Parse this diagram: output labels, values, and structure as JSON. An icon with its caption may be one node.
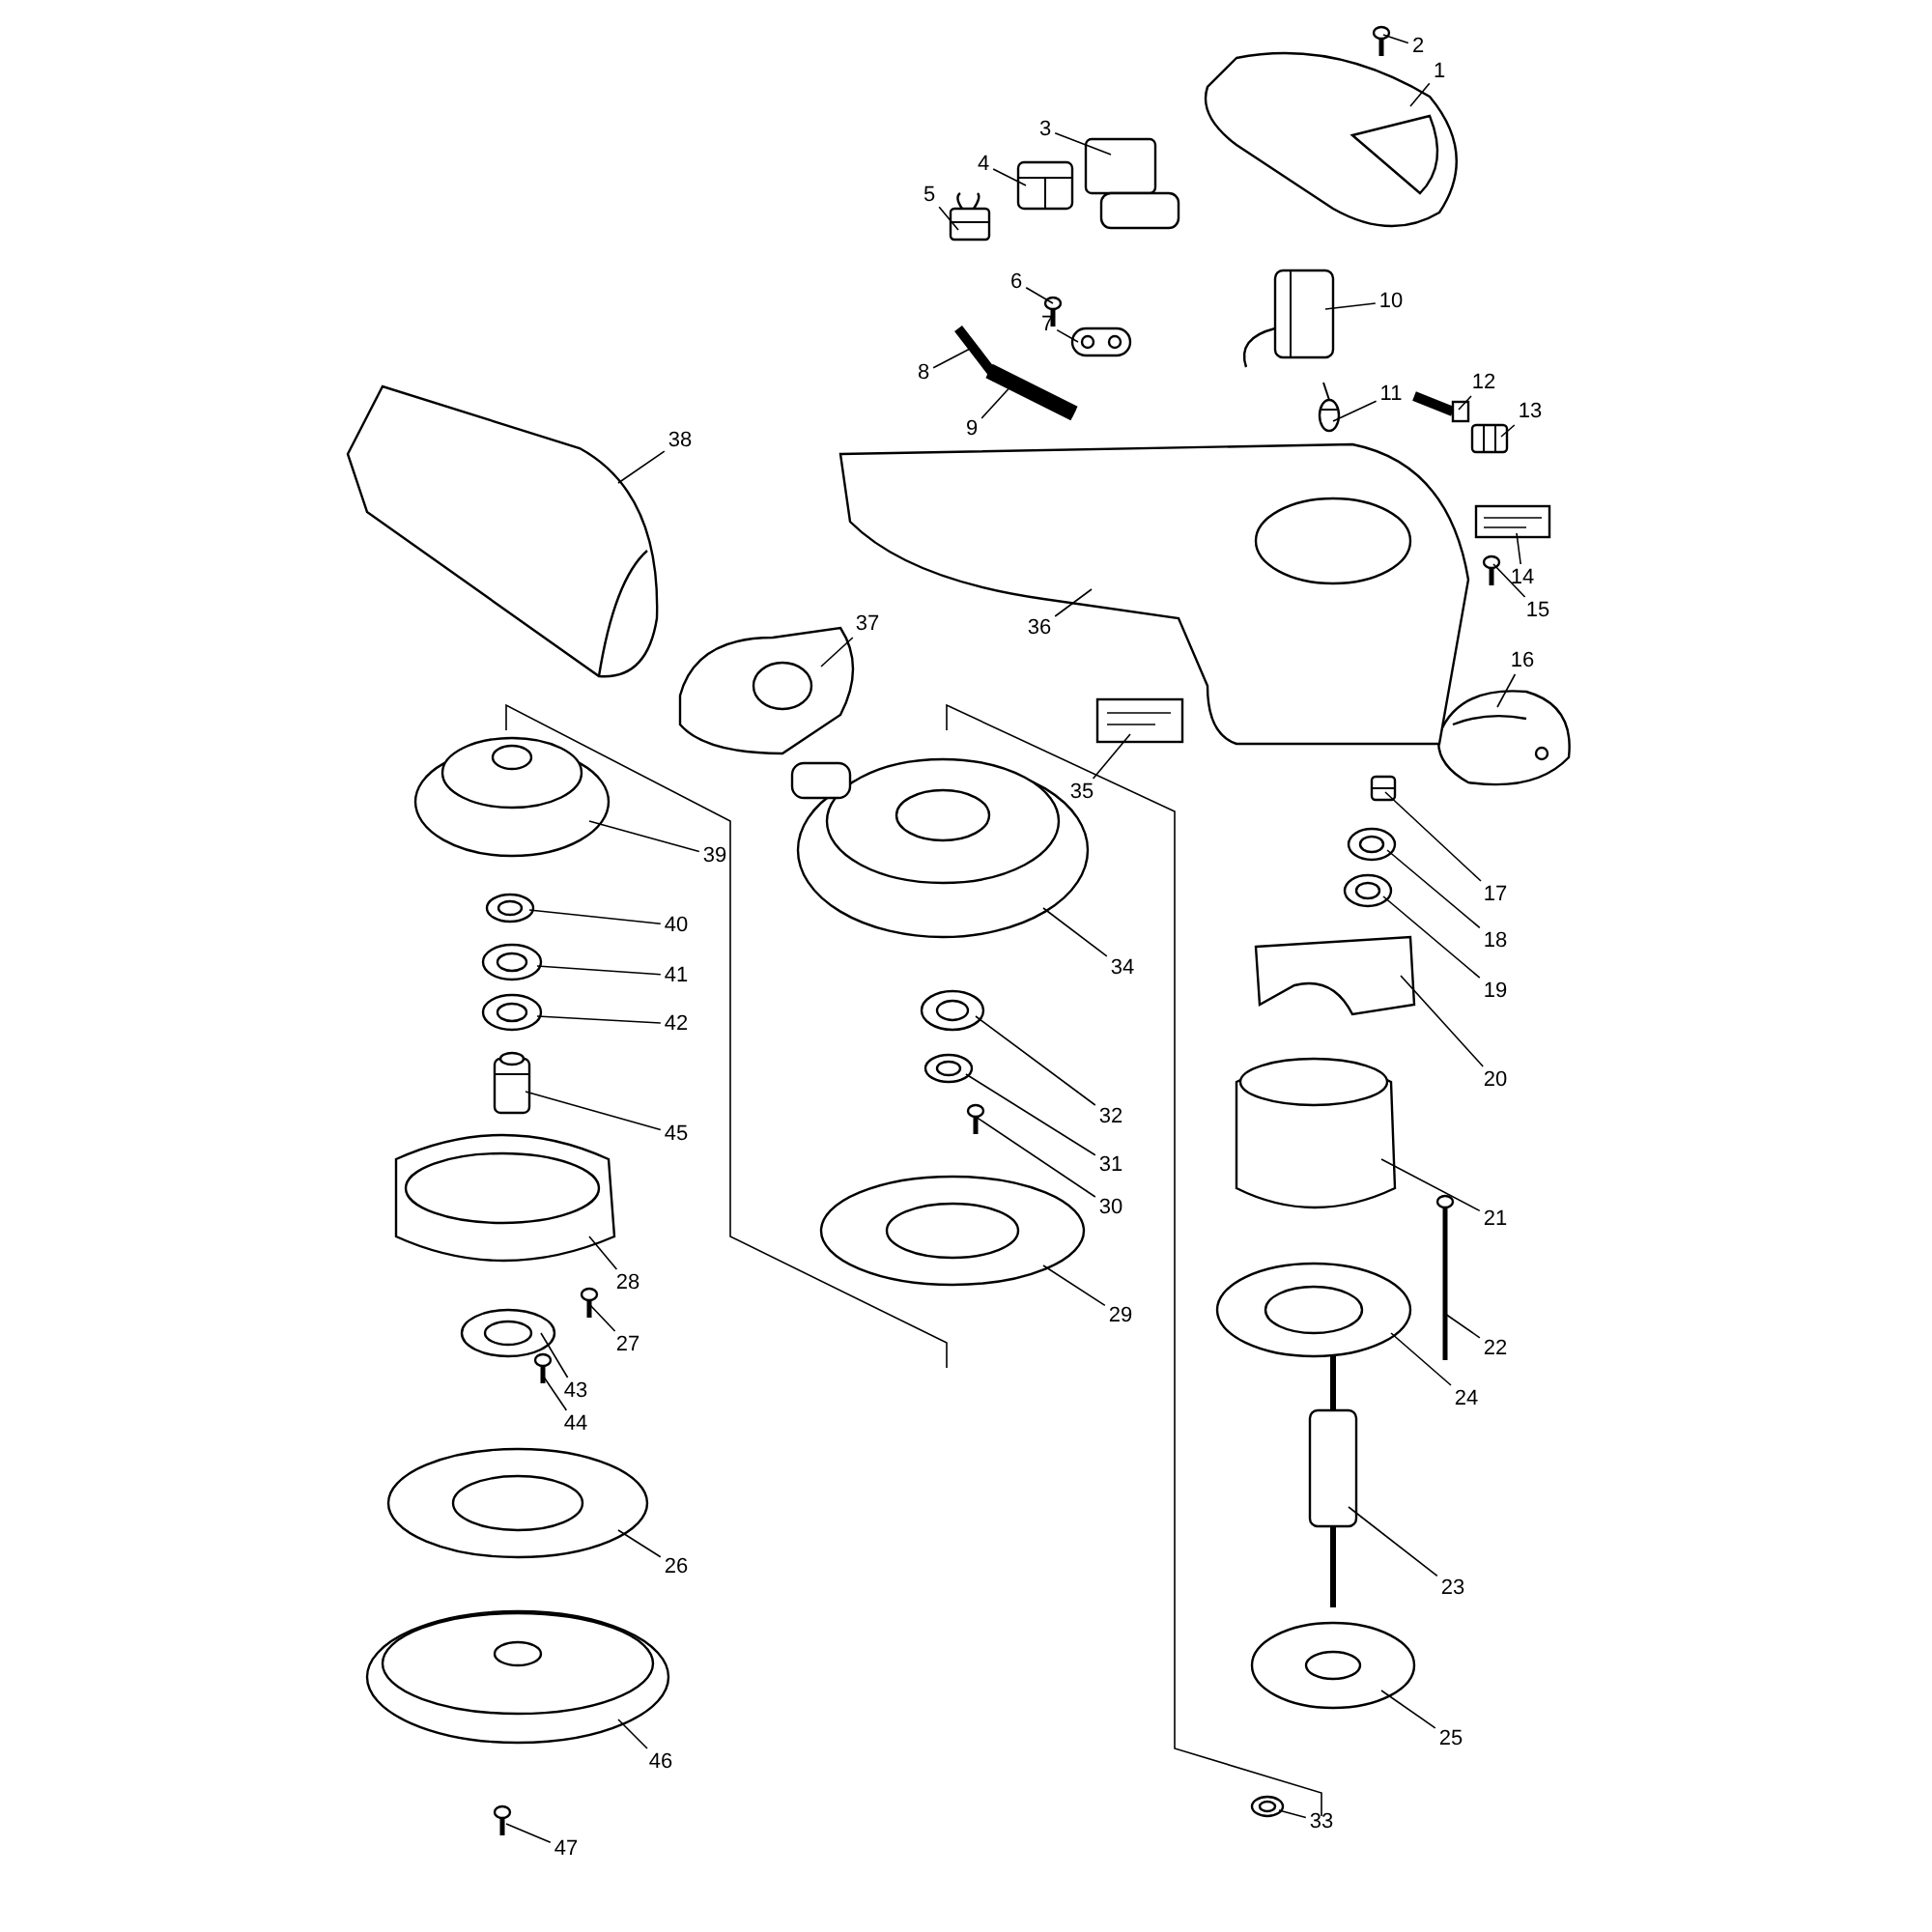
{
  "diagram": {
    "nodes": [
      {
        "text": [
          "1"
        ]
      },
      {
        "text": [
          "2"
        ]
      },
      {
        "text": [
          "3"
        ]
      },
      {
        "text": [
          "4"
        ]
      },
      {
        "text": [
          "5"
        ]
      },
      {
        "text": [
          "6"
        ]
      },
      {
        "text": [
          "7"
        ]
      },
      {
        "text": [
          "8"
        ]
      },
      {
        "text": [
          "9"
        ]
      },
      {
        "text": [
          "10"
        ]
      },
      {
        "text": [
          "11"
        ]
      },
      {
        "text": [
          "12"
        ]
      },
      {
        "text": [
          "13"
        ]
      },
      {
        "text": [
          "14"
        ]
      },
      {
        "text": [
          "15"
        ]
      },
      {
        "text": [
          "16"
        ]
      },
      {
        "text": [
          "17"
        ]
      },
      {
        "text": [
          "18"
        ]
      },
      {
        "text": [
          "19"
        ]
      },
      {
        "text": [
          "20"
        ]
      },
      {
        "text": [
          "21"
        ]
      },
      {
        "text": [
          "22"
        ]
      },
      {
        "text": [
          "23"
        ]
      },
      {
        "text": [
          "24"
        ]
      },
      {
        "text": [
          "25"
        ]
      },
      {
        "text": [
          "26"
        ]
      },
      {
        "text": [
          "27"
        ]
      },
      {
        "text": [
          "28"
        ]
      },
      {
        "text": [
          "29"
        ]
      },
      {
        "text": [
          "30"
        ]
      },
      {
        "text": [
          "31"
        ]
      },
      {
        "text": [
          "32"
        ]
      },
      {
        "text": [
          "33"
        ]
      },
      {
        "text": [
          "34"
        ]
      },
      {
        "text": [
          "35"
        ]
      },
      {
        "text": [
          "36"
        ]
      },
      {
        "text": [
          "37"
        ]
      },
      {
        "text": [
          "38"
        ]
      },
      {
        "text": [
          "39"
        ]
      },
      {
        "text": [
          "40"
        ]
      },
      {
        "text": [
          "41"
        ]
      },
      {
        "text": [
          "42"
        ]
      },
      {
        "text": [
          "43"
        ]
      },
      {
        "text": [
          "44"
        ]
      },
      {
        "text": [
          "45"
        ]
      },
      {
        "text": [
          "46"
        ]
      },
      {
        "text": [
          "47"
        ]
      },
      {
        "text": [],
        "shape": "picture"
      },
      {
        "text": [],
        "shape": "picture"
      },
      {
        "text": [],
        "shape": "picture"
      },
      {
        "text": [],
        "shape": "picture"
      },
      {
        "text": [],
        "shape": "picture"
      },
      {
        "text": [],
        "shape": "picture"
      },
      {
        "text": [],
        "shape": "picture"
      },
      {
        "text": [],
        "shape": "picture"
      },
      {
        "text": [],
        "shape": "picture"
      },
      {
        "text": [],
        "shape": "picture"
      },
      {
        "text": [],
        "shape": "picture"
      },
      {
        "text": [],
        "shape": "picture"
      },
      {
        "text": [],
        "shape": "picture"
      },
      {
        "text": [],
        "shape": "picture"
      },
      {
        "text": [],
        "shape": "picture"
      },
      {
        "text": [],
        "shape": "picture"
      },
      {
        "text": [],
        "shape": "picture"
      },
      {
        "text": [],
        "shape": "picture"
      },
      {
        "text": [],
        "shape": "picture"
      },
      {
        "text": [],
        "shape": "picture"
      },
      {
        "text": [],
        "shape": "picture"
      },
      {
        "text": [],
        "shape": "picture"
      },
      {
        "text": [],
        "shape": "picture"
      },
      {
        "text": [],
        "shape": "picture"
      },
      {
        "text": [],
        "shape": "picture"
      },
      {
        "text": [],
        "shape": "picture"
      },
      {
        "text": [],
        "shape": "picture"
      },
      {
        "text": [],
        "shape": "picture"
      },
      {
        "text": [],
        "shape": "picture"
      },
      {
        "text": [],
        "shape": "picture"
      },
      {
        "text": [],
        "shape": "picture"
      },
      {
        "text": [],
        "shape": "picture"
      },
      {
        "text": [],
        "shape": "picture"
      },
      {
        "text": [],
        "shape": "picture"
      },
      {
        "text": [],
        "shape": "picture"
      },
      {
        "text": [],
        "shape": "picture"
      },
      {
        "text": [],
        "shape": "picture"
      },
      {
        "text": [],
        "shape": "picture"
      },
      {
        "text": [],
        "shape": "picture"
      },
      {
        "text": [],
        "shape": "picture"
      },
      {
        "text": [],
        "shape": "picture"
      },
      {
        "text": [],
        "shape": "picture"
      },
      {
        "text": [],
        "shape": "picture"
      },
      {
        "text": [],
        "shape": "picture"
      },
      {
        "text": [],
        "shape": "picture"
      },
      {
        "text": [],
        "shape": "picture"
      },
      {
        "text": [],
        "shape": "picture"
      }
    ],
    "edges": [
      {
        "from": 0,
        "to": 47,
        "arrow": "none"
      },
      {
        "from": 1,
        "to": 48,
        "arrow": "none"
      },
      {
        "from": 2,
        "to": 49,
        "arrow": "none"
      },
      {
        "from": 3,
        "to": 50,
        "arrow": "none"
      },
      {
        "from": 4,
        "to": 51,
        "arrow": "none"
      },
      {
        "from": 5,
        "to": 52,
        "arrow": "none"
      },
      {
        "from": 6,
        "to": 53,
        "arrow": "none"
      },
      {
        "from": 7,
        "to": 54,
        "arrow": "none"
      },
      {
        "from": 8,
        "to": 55,
        "arrow": "none"
      },
      {
        "from": 9,
        "to": 56,
        "arrow": "none"
      },
      {
        "from": 10,
        "to": 57,
        "arrow": "none"
      },
      {
        "from": 11,
        "to": 58,
        "arrow": "none"
      },
      {
        "from": 12,
        "to": 59,
        "arrow": "none"
      },
      {
        "from": 13,
        "to": 60,
        "arrow": "none"
      },
      {
        "from": 14,
        "to": 61,
        "arrow": "none"
      },
      {
        "from": 15,
        "to": 62,
        "arrow": "none"
      },
      {
        "from": 16,
        "to": 63,
        "arrow": "none"
      },
      {
        "from": 17,
        "to": 64,
        "arrow": "none"
      },
      {
        "from": 18,
        "to": 65,
        "arrow": "none"
      },
      {
        "from": 19,
        "to": 66,
        "arrow": "none"
      },
      {
        "from": 20,
        "to": 67,
        "arrow": "none"
      },
      {
        "from": 21,
        "to": 68,
        "arrow": "none"
      },
      {
        "from": 22,
        "to": 69,
        "arrow": "none"
      },
      {
        "from": 23,
        "to": 70,
        "arrow": "none"
      },
      {
        "from": 24,
        "to": 71,
        "arrow": "none"
      },
      {
        "from": 25,
        "to": 72,
        "arrow": "none"
      },
      {
        "from": 26,
        "to": 73,
        "arrow": "none"
      },
      {
        "from": 27,
        "to": 74,
        "arrow": "none"
      },
      {
        "from": 28,
        "to": 75,
        "arrow": "none"
      },
      {
        "from": 29,
        "to": 76,
        "arrow": "none"
      },
      {
        "from": 30,
        "to": 77,
        "arrow": "none"
      },
      {
        "from": 31,
        "to": 78,
        "arrow": "none"
      },
      {
        "from": 32,
        "to": 79,
        "arrow": "none"
      },
      {
        "from": 33,
        "to": 80,
        "arrow": "none"
      },
      {
        "from": 34,
        "to": 81,
        "arrow": "none"
      },
      {
        "from": 35,
        "to": 82,
        "arrow": "none"
      },
      {
        "from": 36,
        "to": 83,
        "arrow": "none"
      },
      {
        "from": 37,
        "to": 84,
        "arrow": "none"
      },
      {
        "from": 38,
        "to": 85,
        "arrow": "none"
      },
      {
        "from": 39,
        "to": 86,
        "arrow": "none"
      },
      {
        "from": 40,
        "to": 87,
        "arrow": "none"
      },
      {
        "from": 41,
        "to": 88,
        "arrow": "none"
      },
      {
        "from": 42,
        "to": 89,
        "arrow": "none"
      },
      {
        "from": 43,
        "to": 90,
        "arrow": "none"
      },
      {
        "from": 44,
        "to": 91,
        "arrow": "none"
      },
      {
        "from": 45,
        "to": 92,
        "arrow": "none"
      },
      {
        "from": 46,
        "to": 93,
        "arrow": "none"
      }
    ]
  }
}
